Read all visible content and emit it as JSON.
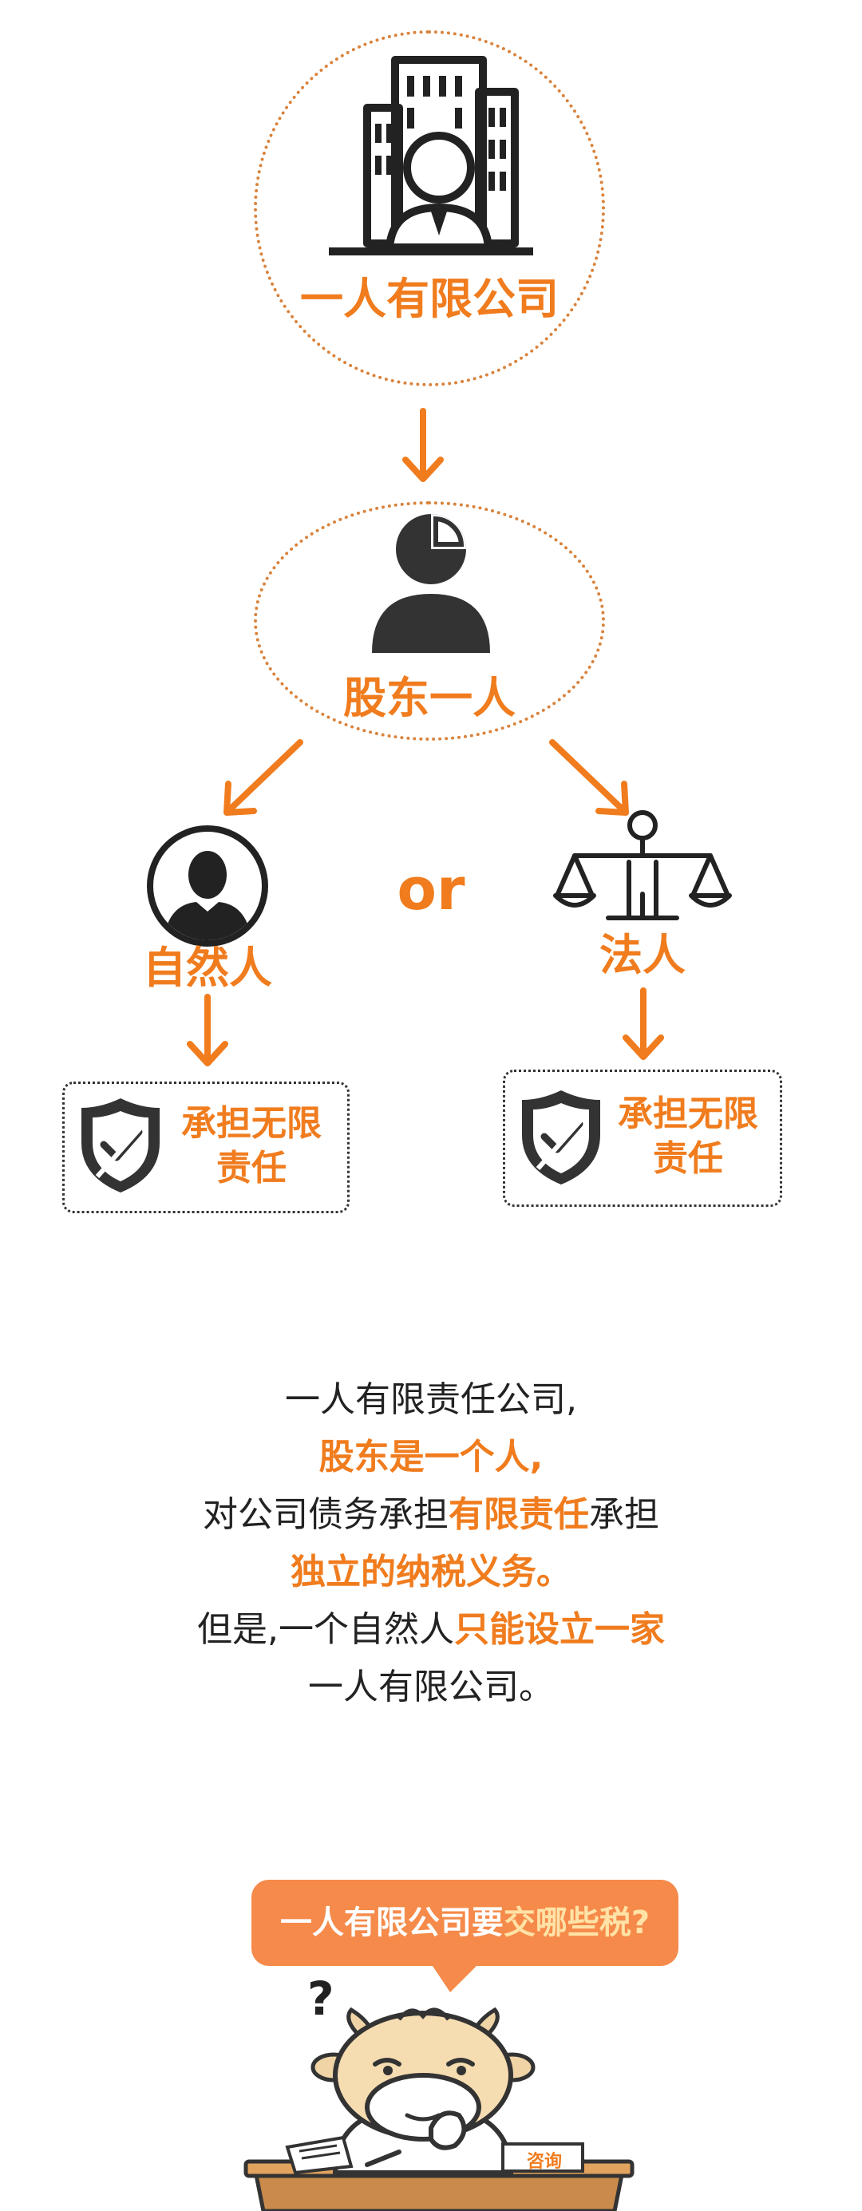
{
  "top": {
    "label": "一人有限公司",
    "icon": "building-person-icon"
  },
  "middle": {
    "label": "股东一人",
    "icon": "shareholder-icon"
  },
  "or_text": "or",
  "left": {
    "label": "自然人",
    "icon": "person-circle-icon",
    "box_line1": "承担无限",
    "box_line2": "责任"
  },
  "right": {
    "label": "法人",
    "icon": "scales-icon",
    "box_line1": "承担无限",
    "box_line2": "责任"
  },
  "paragraph": {
    "line1": "一人有限责任公司,",
    "line2": "股东是一个人,",
    "line3_a": "对公司债务承担",
    "line3_b": "有限责任",
    "line3_c": "承担",
    "line4": "独立的纳税义务。",
    "line5_a": "但是,一个自然人",
    "line5_b": "只能设立一家",
    "line6": "一人有限公司。"
  },
  "bubble": {
    "text_a": "一人有限公司要",
    "text_b": "交哪些税?"
  },
  "mascot": {
    "question_mark": "?",
    "paper_label": "咨询"
  },
  "colors": {
    "accent": "#f07c1e",
    "dotted": "#d9823b",
    "dark": "#333333"
  }
}
